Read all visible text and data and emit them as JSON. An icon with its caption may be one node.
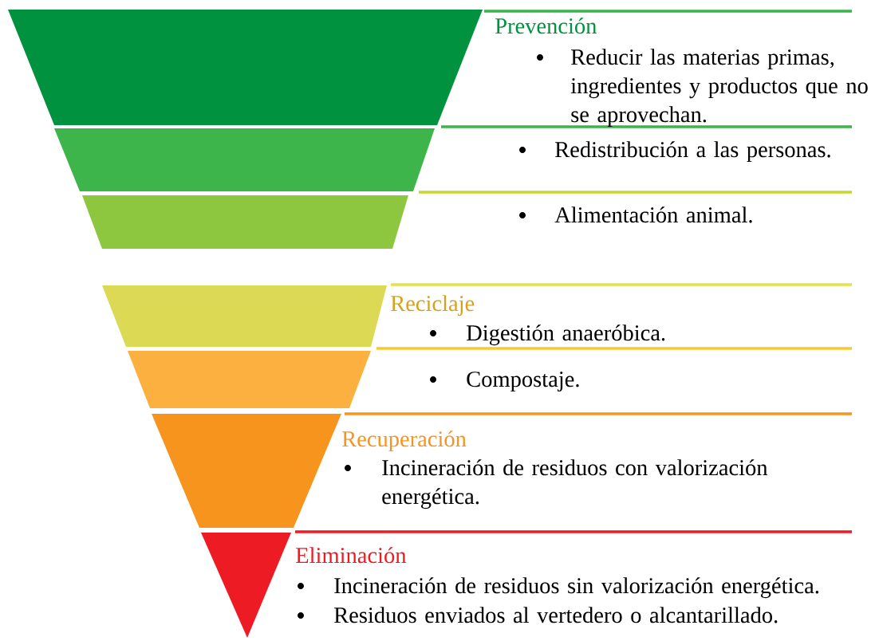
{
  "diagram": {
    "nodes": [
      {
        "text": [],
        "shape": "trapezoid"
      },
      {
        "text": [],
        "shape": "trapezoid"
      },
      {
        "text": [],
        "shape": "trapezoid"
      },
      {
        "text": [],
        "shape": "trapezoid"
      },
      {
        "text": [],
        "shape": "trapezoid"
      },
      {
        "text": [],
        "shape": "trapezoid"
      },
      {
        "text": [],
        "shape": "triangle"
      }
    ],
    "labels": [
      "Prevención",
      "Reducir las materias primas, ingredientes y productos que no se aprovechan.",
      "Redistribución a las personas.",
      "Alimentación animal.",
      "Reciclaje",
      "Digestión anaeróbica.",
      "Compostaje.",
      "Recuperación",
      "Incineración de residuos con valorización energética.",
      "Eliminación",
      "Incineración de residuos sin valorización energética.",
      "Residuos enviados al vertedero o alcantarillado."
    ]
  }
}
